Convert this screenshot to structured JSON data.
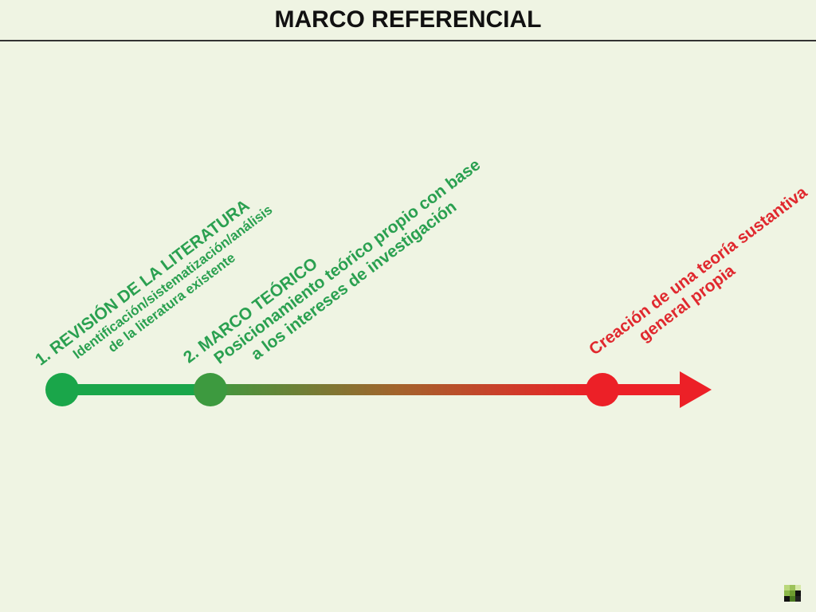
{
  "title": "MARCO REFERENCIAL",
  "stages": [
    {
      "heading": "1. REVISIÓN DE LA LITERATURA",
      "lines": [
        "Identificación/sistematización/análisis",
        "de la literatura existente"
      ],
      "color": "#1aa64a"
    },
    {
      "heading": "2. MARCO TEÓRICO",
      "lines": [
        "Posicionamiento teórico propio con base",
        "a los intereses de investigación"
      ],
      "color": "#3d9a3f"
    },
    {
      "heading": "",
      "lines": [
        "Creación de una teoría sustantiva",
        "general propia"
      ],
      "color": "#ec2027"
    }
  ],
  "colors": {
    "background": "#eff4e3",
    "start": "#1aa64a",
    "end": "#ec2027"
  }
}
